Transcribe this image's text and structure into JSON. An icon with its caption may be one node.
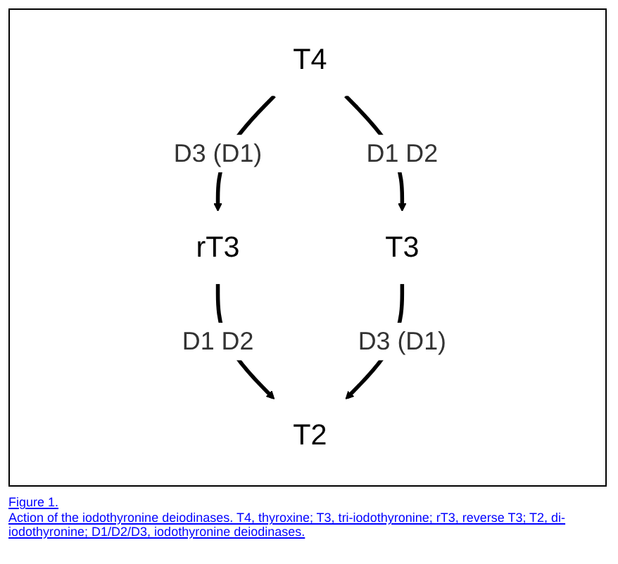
{
  "diagram": {
    "title": "Figure 1.",
    "caption": "Action of the iodothyronine deiodinases. T4, thyroxine; T3, tri-iodothyronine; rT3, reverse T3; T2, di-iodothyronine; D1/D2/D3, iodothyronine deiodinases.",
    "nodes": [
      {
        "text": [
          "T4"
        ]
      },
      {
        "text": [
          "rT3"
        ]
      },
      {
        "text": [
          "T3"
        ]
      },
      {
        "text": [
          "T2"
        ]
      }
    ],
    "edges": [
      {
        "from": 0,
        "to": 1,
        "arrow": "to",
        "label": "D3 (D1)"
      },
      {
        "from": 0,
        "to": 2,
        "arrow": "to",
        "label": "D1 D2"
      },
      {
        "from": 1,
        "to": 3,
        "arrow": "to",
        "label": "D1 D2"
      },
      {
        "from": 2,
        "to": 3,
        "arrow": "to",
        "label": "D3 (D1)"
      }
    ]
  }
}
